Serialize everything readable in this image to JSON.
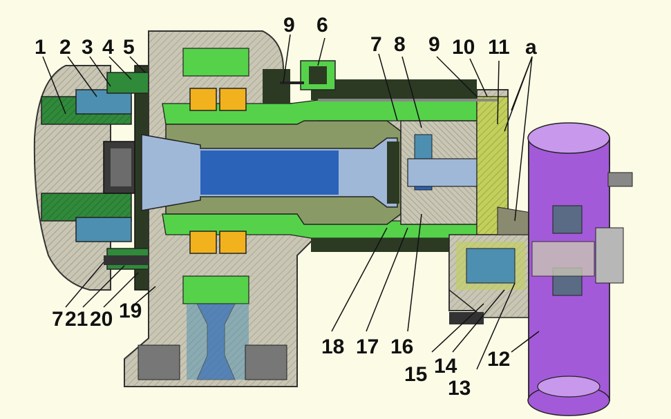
{
  "diagram": {
    "labels_top": [
      "1",
      "2",
      "3",
      "4",
      "5",
      "9",
      "6",
      "7",
      "8",
      "9",
      "10",
      "11",
      "a"
    ],
    "labels_bottom_left": [
      "7",
      "21",
      "20",
      "19"
    ],
    "labels_bottom_right": [
      "18",
      "17",
      "16",
      "15",
      "14",
      "13",
      "12"
    ]
  },
  "colors": {
    "background": "#fbfbe6",
    "housing": "#c9c6b4",
    "green_dark": "#2f8a3a",
    "green_light": "#55d24a",
    "olive": "#8a9a66",
    "shaft_blue": "#2b63b8",
    "shaft_light": "#9fb8d8",
    "bearing_yellow": "#f2b21e",
    "cyan_parts": "#4d8fb0",
    "dark_frame": "#2c3a24",
    "motor_purple": "#a35ad8",
    "motor_light": "#c898ec"
  }
}
